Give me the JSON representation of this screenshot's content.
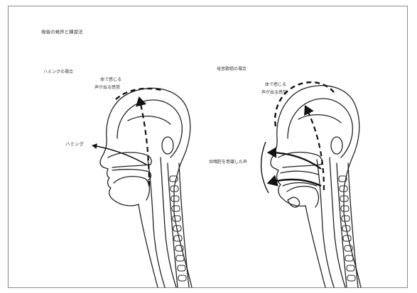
{
  "title": "母音の発声と練習法",
  "left_panel": {
    "case_label": "ハミングの場合",
    "feel_line1": "体で感じる",
    "feel_line2": "声が出る感覚",
    "arrow_label": "ハミング"
  },
  "right_panel": {
    "case_label": "母音歌唱の場合",
    "feel_line1": "体で感じる",
    "feel_line2": "声が出る感覚",
    "arrow_label": "共鳴腔を意識した声"
  }
}
